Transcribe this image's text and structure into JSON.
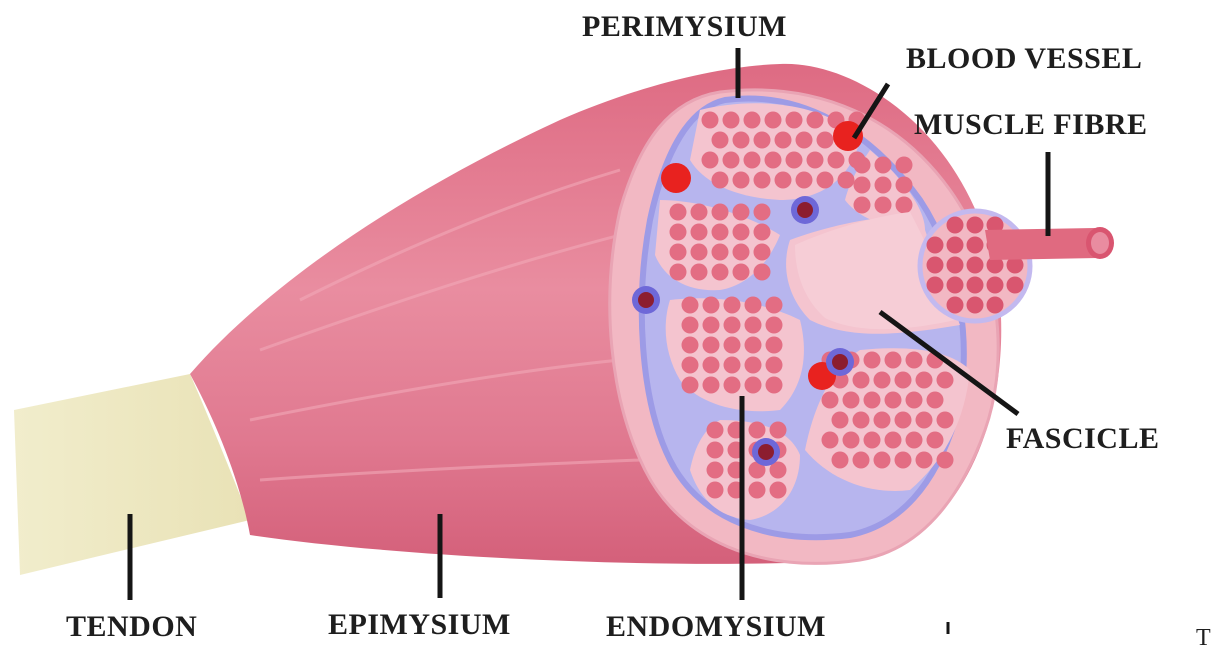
{
  "labels": {
    "perimysium": "PERIMYSIUM",
    "blood_vessel": "BLOOD VESSEL",
    "muscle_fibre": "MUSCLE FIBRE",
    "fascicle": "FASCICLE",
    "tendon": "TENDON",
    "epimysium": "EPIMYSIUM",
    "endomysium": "ENDOMYSIUM",
    "corner_fragment": "T"
  },
  "colors": {
    "muscle": "#e07a8e",
    "muscle_dark": "#cf5a73",
    "tendon": "#efeac4",
    "cross_section_rim": "#f2b8c3",
    "perimysium": "#9d9be6",
    "fibre": "#e36d83",
    "fascicle_fill": "#f4c4cf",
    "vein": "#8c1d2f",
    "artery": "#e8221f",
    "leader_line": "#151515"
  }
}
